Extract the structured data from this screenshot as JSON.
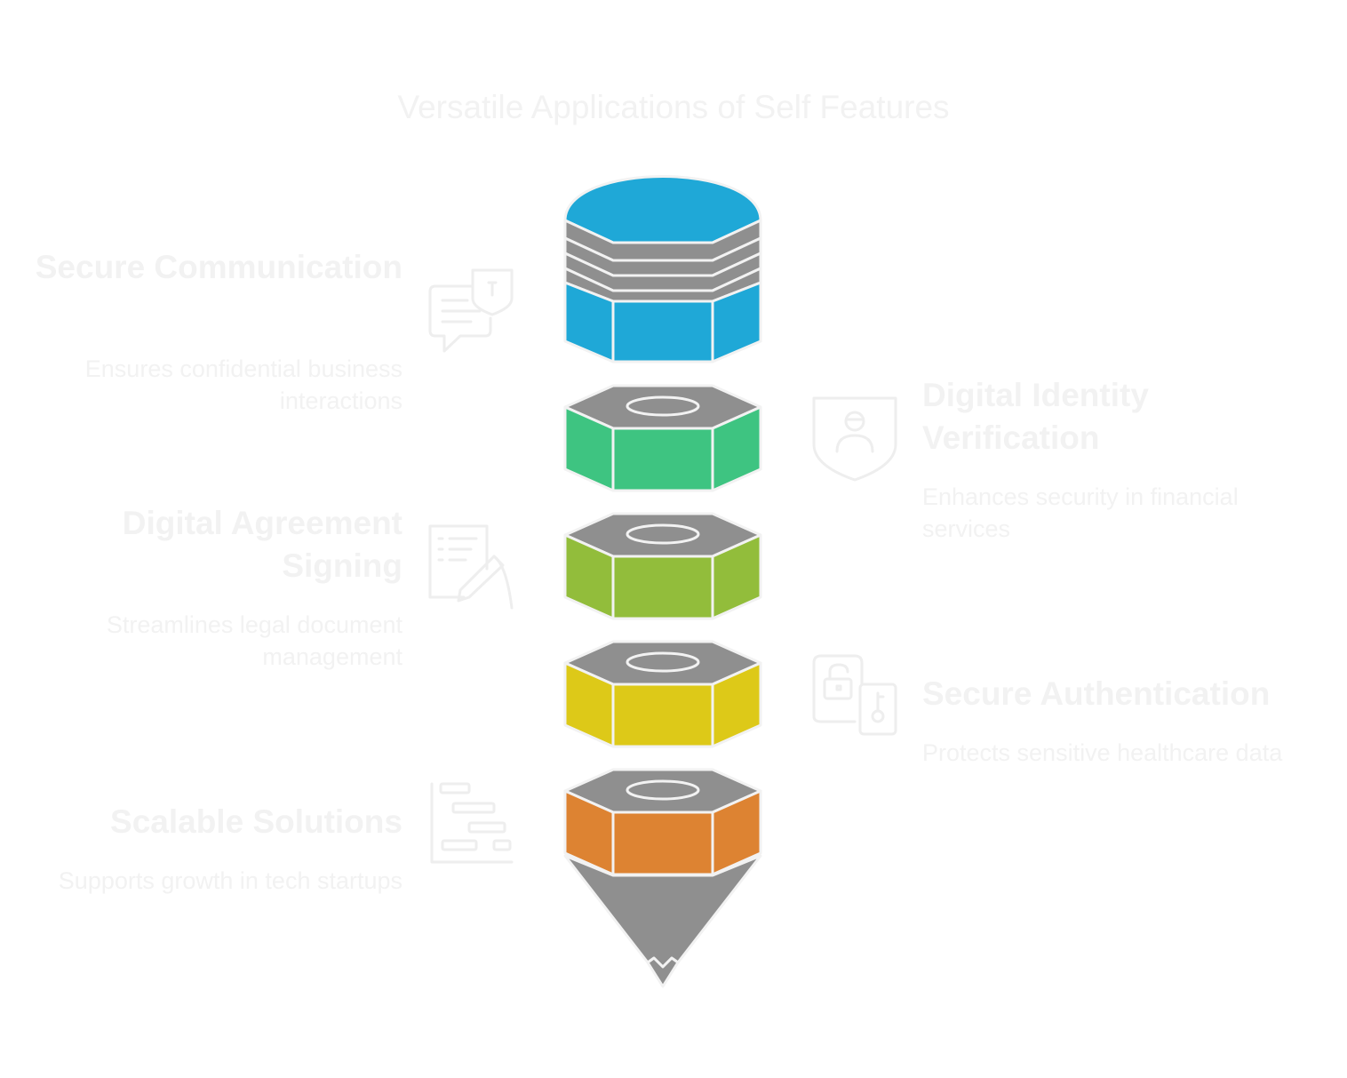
{
  "title": "Versatile Applications of Self Features",
  "colors": {
    "blue": "#1fa8d7",
    "green": "#3ec481",
    "lime": "#92bd3b",
    "yellow": "#ddc918",
    "orange": "#dd8332",
    "gray": "#8f8f8f",
    "text": "#f2f2f2",
    "icon": "#eeeeee"
  },
  "items": [
    {
      "heading": "Secure Communication",
      "description": "Ensures confidential business interactions",
      "icon": "shield-chat-icon"
    },
    {
      "heading": "Digital Identity Verification",
      "description": "Enhances security in financial services",
      "icon": "shield-user-icon"
    },
    {
      "heading": "Digital Agreement Signing",
      "description": "Streamlines legal document management",
      "icon": "document-sign-icon"
    },
    {
      "heading": "Secure Authentication",
      "description": "Protects sensitive healthcare data",
      "icon": "lock-key-icon"
    },
    {
      "heading": "Scalable Solutions",
      "description": "Supports growth in tech startups",
      "icon": "gantt-chart-icon"
    }
  ]
}
